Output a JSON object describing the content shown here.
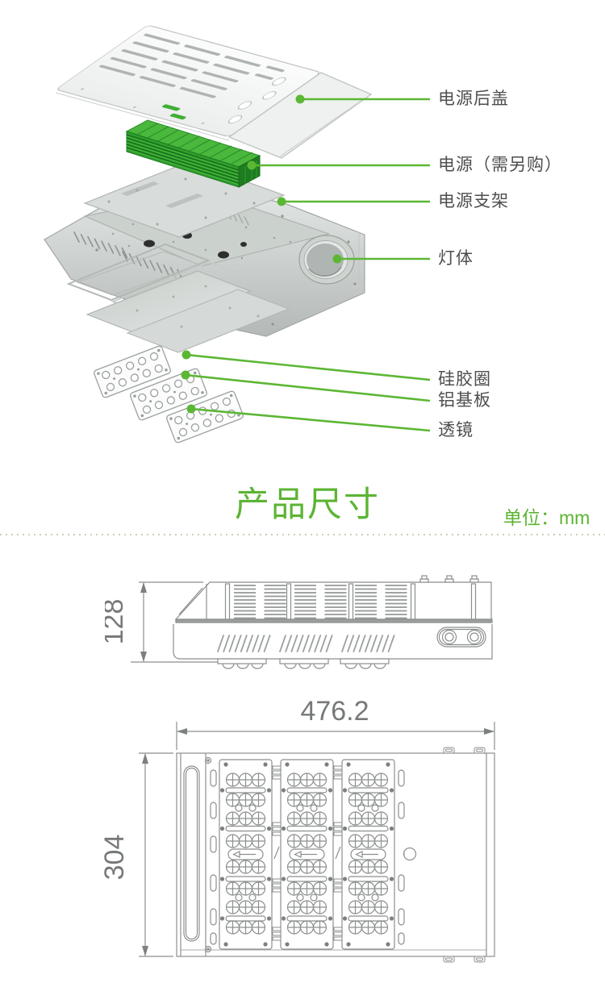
{
  "colors": {
    "accent_green": "#5cb734",
    "title_green": "#5cb434",
    "label_gray": "#4d4e50",
    "drawing_gray": "#8b8f8d",
    "dim_text_gray": "#76797b",
    "psu_green_front": "#2f9e2c",
    "psu_green_top": "#49b83c"
  },
  "exploded": {
    "labels": [
      {
        "id": "power-back-cover",
        "text": "电源后盖"
      },
      {
        "id": "power-supply",
        "text": "电源（需另购）"
      },
      {
        "id": "power-bracket",
        "text": "电源支架"
      },
      {
        "id": "lamp-body",
        "text": "灯体"
      },
      {
        "id": "silicone-ring",
        "text": "硅胶圈"
      },
      {
        "id": "aluminum-pcb",
        "text": "铝基板"
      },
      {
        "id": "lens",
        "text": "透镜"
      }
    ]
  },
  "section": {
    "title": "产品尺寸",
    "unit_note": "单位：mm"
  },
  "dims": {
    "height": "128",
    "width": "476.2",
    "depth": "304"
  }
}
